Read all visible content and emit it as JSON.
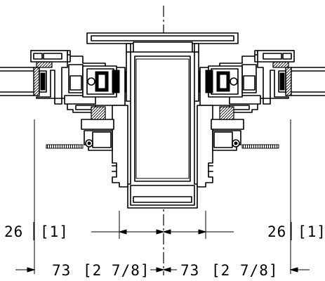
{
  "dimensions": {
    "left_offset": "26",
    "left_offset_inch": "[1]",
    "right_offset": "26",
    "right_offset_inch": "[1]",
    "left_width": "73",
    "left_width_inch": "[2 7/8]",
    "right_width": "73",
    "right_width_inch": "[2 7/8]"
  }
}
